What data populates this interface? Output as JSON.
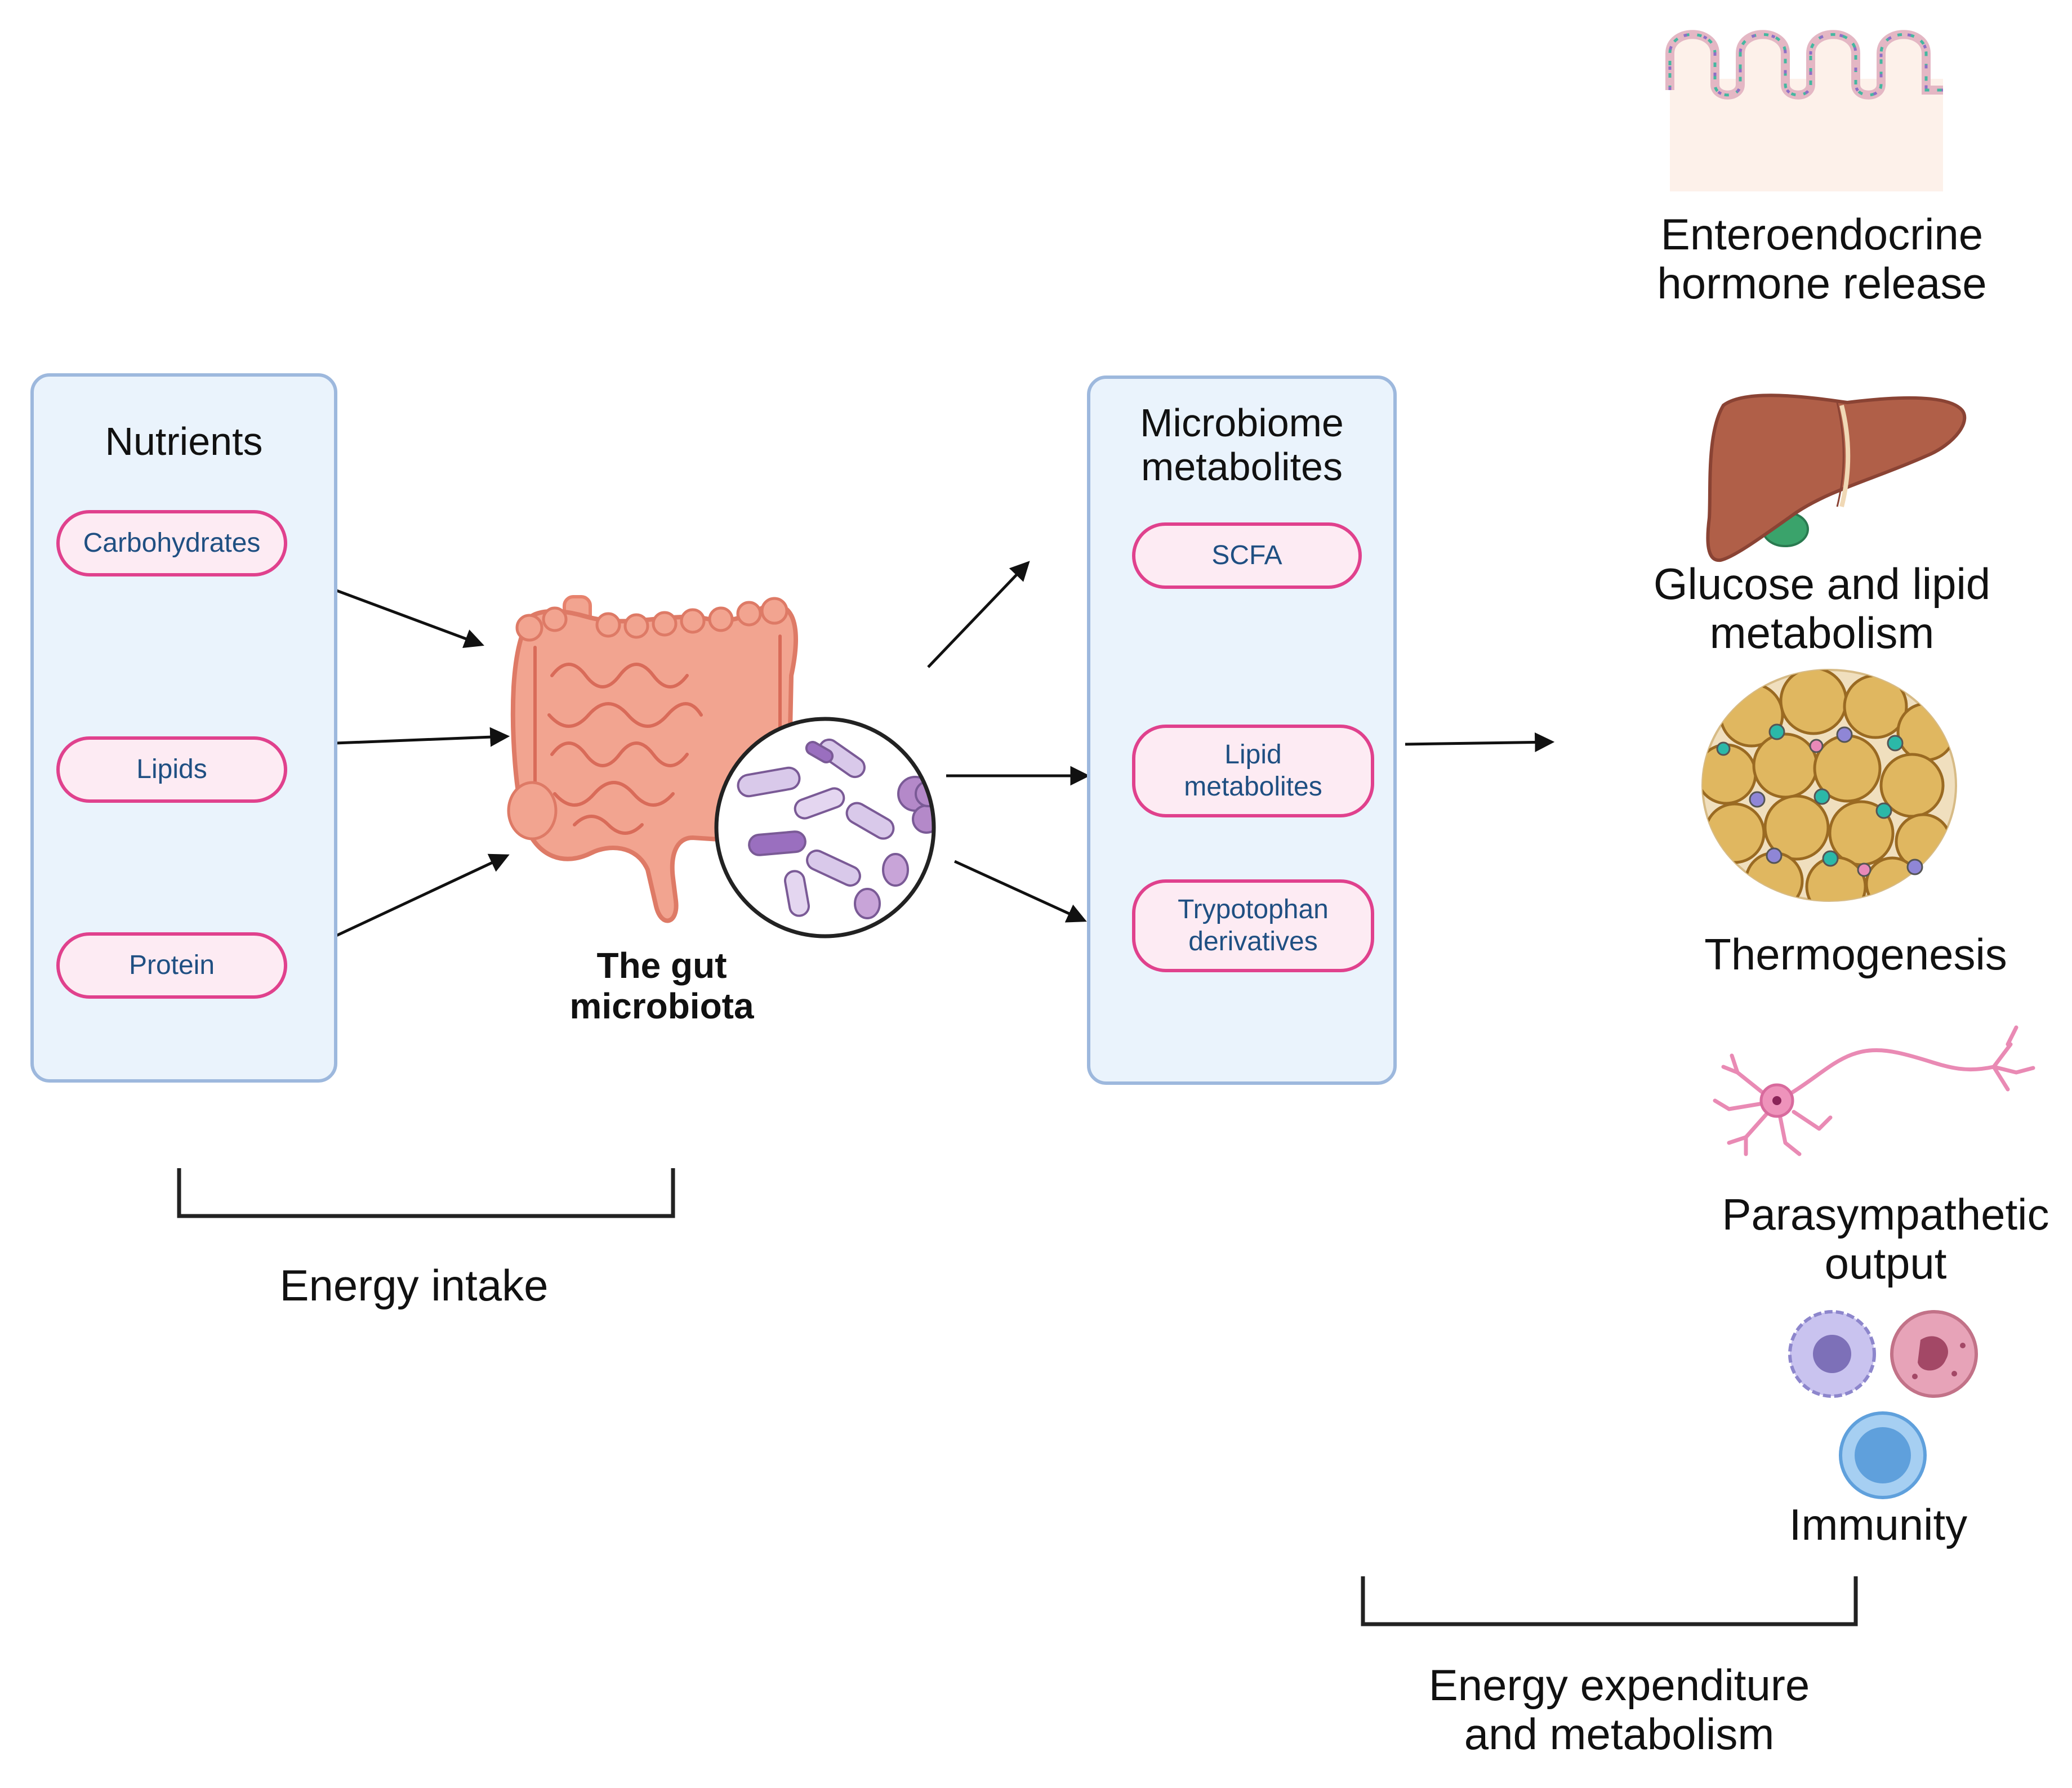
{
  "left_panel": {
    "title": "Nutrients",
    "items": [
      "Carbohydrates",
      "Lipids",
      "Protein"
    ]
  },
  "gut": {
    "label": "The gut\nmicrobiota"
  },
  "middle_panel": {
    "title": "Microbiome\nmetabolites",
    "items": [
      "SCFA",
      "Lipid\nmetabolites",
      "Trypotophan\nderivatives"
    ]
  },
  "outcomes": [
    {
      "label": "Enteroendocrine\nhormone release",
      "icon": "intestinal-villi-icon"
    },
    {
      "label": "Glucose and lipid\nmetabolism",
      "icon": "liver-icon"
    },
    {
      "label": "Thermogenesis",
      "icon": "adipose-tissue-icon"
    },
    {
      "label": "Parasympathetic\noutput",
      "icon": "neuron-icon"
    },
    {
      "label": "Immunity",
      "icon": "immune-cells-icon"
    }
  ],
  "brackets": {
    "intake_label": "Energy intake",
    "expenditure_label": "Energy expenditure\nand metabolism"
  },
  "colors": {
    "panel_fill": "#eaf3fc",
    "panel_border": "#9db8dd",
    "pill_border": "#e0418d",
    "pill_fill": "#fdebf3",
    "pill_text": "#1f4f82"
  }
}
